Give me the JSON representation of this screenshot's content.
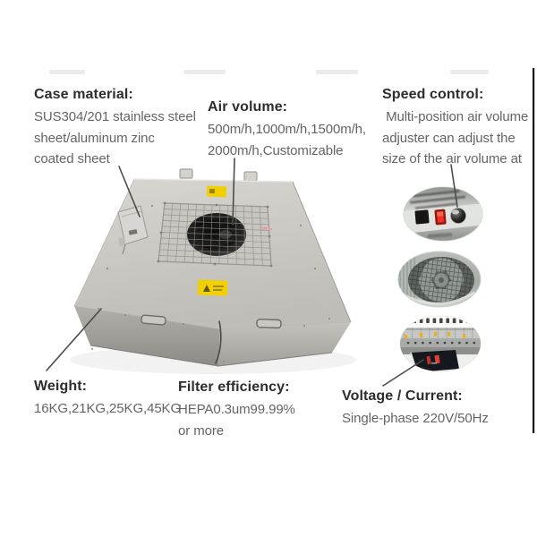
{
  "product": {
    "name": "fan-filter-unit",
    "annotations": {
      "case_material": {
        "heading": "Case material:",
        "lines": [
          "SUS304/201 stainless steel",
          "sheet/aluminum zinc",
          "coated sheet"
        ]
      },
      "air_volume": {
        "heading": "Air volume:",
        "lines": [
          "500m/h,1000m/h,1500m/h,",
          "2000m/h,Customizable"
        ]
      },
      "speed_control": {
        "heading": "Speed control:",
        "lines": [
          " Multi-position air volume",
          "adjuster can adjust the",
          "size of the air volume at"
        ]
      },
      "weight": {
        "heading": "Weight:",
        "lines": [
          "16KG,21KG,25KG,45KG"
        ]
      },
      "filter_efficiency": {
        "heading": "Filter efficiency:",
        "lines": [
          "HEPA0.3um99.99%",
          "or more"
        ]
      },
      "voltage_current": {
        "heading": "Voltage / Current:",
        "lines": [
          "Single-phase 220V/50Hz"
        ]
      }
    },
    "figures": {
      "main_photo": "ffu-unit-top-view",
      "detail_photos": [
        "speed-controller",
        "fan-impeller",
        "motor-terminal-block"
      ]
    },
    "colors": {
      "heading_text": "#2d2d2d",
      "body_text": "#646464",
      "leader_line": "#4b4b4b",
      "label_yellow": "#f2cf00",
      "switch_red": "#e8281c",
      "case_metal": "#cac8c3"
    }
  }
}
